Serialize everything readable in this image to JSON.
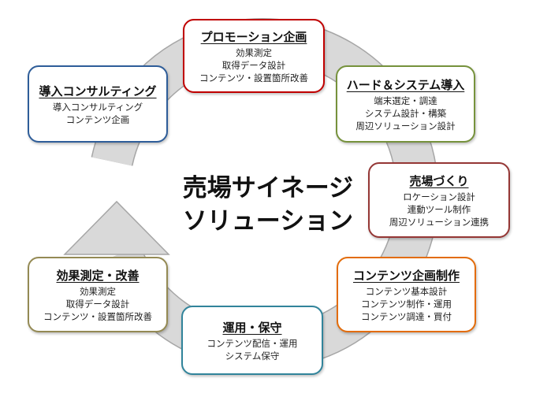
{
  "center_title": {
    "line1": "売場サイネージ",
    "line2": "ソリューション"
  },
  "colors": {
    "ring_fill": "#d9d9d9",
    "ring_stroke": "#a6a6a6"
  },
  "steps": [
    {
      "title": "導入コンサルティング",
      "items": [
        "導入コンサルティング",
        "コンテンツ企画"
      ],
      "color": "#2e5d99"
    },
    {
      "title": "プロモーション企画",
      "items": [
        "効果測定",
        "取得データ設計",
        "コンテンツ・設置箇所改善"
      ],
      "color": "#c00000"
    },
    {
      "title": "ハード＆システム導入",
      "items": [
        "端末選定・調達",
        "システム設計・構築",
        "周辺ソリューション設計"
      ],
      "color": "#76923c"
    },
    {
      "title": "売場づくり",
      "items": [
        "ロケーション設計",
        "連動ツール制作",
        "周辺ソリューション連携"
      ],
      "color": "#953735"
    },
    {
      "title": "コンテンツ企画制作",
      "items": [
        "コンテンツ基本設計",
        "コンテンツ制作・運用",
        "コンテンツ調達・買付"
      ],
      "color": "#e36c0a"
    },
    {
      "title": "運用・保守",
      "items": [
        "コンテンツ配信・運用",
        "システム保守"
      ],
      "color": "#31849b"
    },
    {
      "title": "効果測定・改善",
      "items": [
        "効果測定",
        "取得データ設計",
        "コンテンツ・設置箇所改善"
      ],
      "color": "#948a54"
    }
  ]
}
